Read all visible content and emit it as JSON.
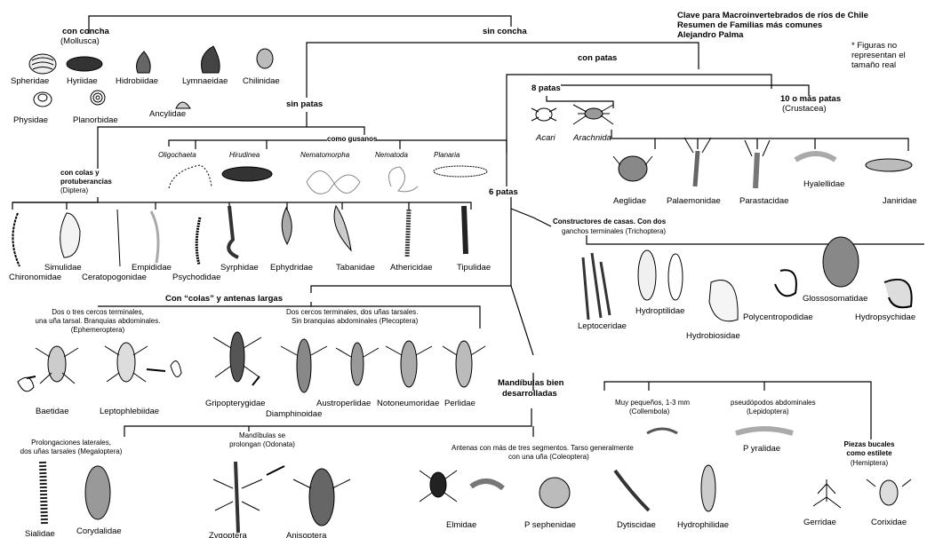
{
  "key": {
    "title1": "Clave para Macroinvertebrados de ríos de Chile",
    "title2": "Resumen de Familias más comunes",
    "author": "Alejandro Palma",
    "note1": "* Figuras no",
    "note2": "representan el",
    "note3": "tamaño real"
  },
  "branches": {
    "con_concha": "con concha",
    "mollusca": "(Mollusca)",
    "sin_concha": "sin concha",
    "con_patas": "con patas",
    "sin_patas": "sin patas",
    "ocho_patas": "8 patas",
    "diez_patas": "10 o más patas",
    "crustacea": "(Crustacea)",
    "como_gusanos": "como gusanos",
    "colas_1": "con colas y",
    "colas_2": "protuberancias",
    "diptera": "(Diptera)",
    "seis_patas": "6 patas",
    "constructores_1": "Constructores de casas. Con dos",
    "constructores_2": "ganchos terminales (Trichoptera)",
    "colas_antenas": "Con “colas” y antenas largas",
    "ephem_1": "Dos o tres cercos terminales,",
    "ephem_2": "una uña tarsal. Branquias abdominales.",
    "ephem_3": "(Ephemeroptera)",
    "pleco_1": "Dos cercos terminales, dos uñas tarsales.",
    "pleco_2": "Sin branquias abdominales (Plecoptera)",
    "mand_1": "Mandíbulas bien",
    "mand_2": "desarrolladas",
    "coll_1": "Muy pequeños, 1-3 mm",
    "coll_2": "(Collembola)",
    "lepi_1": "pseudópodos abdominales",
    "lepi_2": "(Lepidoptera)",
    "mega_1": "Prolongaciones laterales,",
    "mega_2": "dos uñas tarsales (Megaloptera)",
    "odo_1": "Mandíbulas se",
    "odo_2": "prolongan (Odonata)",
    "coleo_1": "Antenas con más de tres segmentos. Tarso generalmente",
    "coleo_2": "con una uña (Coleoptera)",
    "hemi_1": "Piezas bucales",
    "hemi_2": "como estilete",
    "hemi_3": "(Hemiptera)"
  },
  "families": {
    "spheridae": "Spheridae",
    "hyriidae": "Hyriidae",
    "hidrobiidae": "Hidrobiidae",
    "lymnaeidae": "Lymnaeidae",
    "chilinidae": "Chilinidae",
    "physidae": "Physidae",
    "planorbidae": "Planorbidae",
    "ancylidae": "Ancylidae",
    "acari": "Acari",
    "arachnida": "Arachnida",
    "aeglidae": "Aeglidae",
    "palaemonidae": "Palaemonidae",
    "parastacidae": "Parastacidae",
    "hyalellidae": "Hyalellidae",
    "janiridae": "Janiridae",
    "oligochaeta": "Oligochaeta",
    "hirudinea": "Hirudinea",
    "nematomorpha": "Nematomorpha",
    "nematoda": "Nematoda",
    "planaria": "Planaria",
    "simulidae": "Simulidae",
    "chironomidae": "Chironomidae",
    "empididae": "Empididae",
    "ceratopogonidae": "Ceratopogonidae",
    "psychodidae": "Psychodidae",
    "syrphidae": "Syrphidae",
    "ephydridae": "Ephydridae",
    "tabanidae": "Tabanidae",
    "athericidae": "Athericidae",
    "tipulidae": "Tipulidae",
    "hydroptilidae": "Hydroptilidae",
    "glossosomatidae": "Glossosomatidae",
    "polycentropodidae": "Polycentropodidae",
    "hydropsychidae": "Hydropsychidae",
    "leptoceridae": "Leptoceridae",
    "hydrobiosidae": "Hydrobiosidae",
    "baetidae": "Baetidae",
    "leptophlebiidae": "Leptophlebiidae",
    "gripopterygidae": "Gripopterygidae",
    "diamphinoidae": "Diamphinoidae",
    "austroperlidae": "Austroperlidae",
    "notoneumoridae": "Notoneumoridae",
    "perlidae": "Perlidae",
    "pyralidae": "P yralidae",
    "sialidae": "Sialidae",
    "corydalidae": "Corydalidae",
    "zygoptera": "Zygoptera",
    "anisoptera": "Anisoptera",
    "elmidae": "Elmidae",
    "psephenidae": "P sephenidae",
    "dytiscidae": "Dytiscidae",
    "hydrophilidae": "Hydrophilidae",
    "gerridae": "Gerridae",
    "corixidae": "Corixidae"
  }
}
